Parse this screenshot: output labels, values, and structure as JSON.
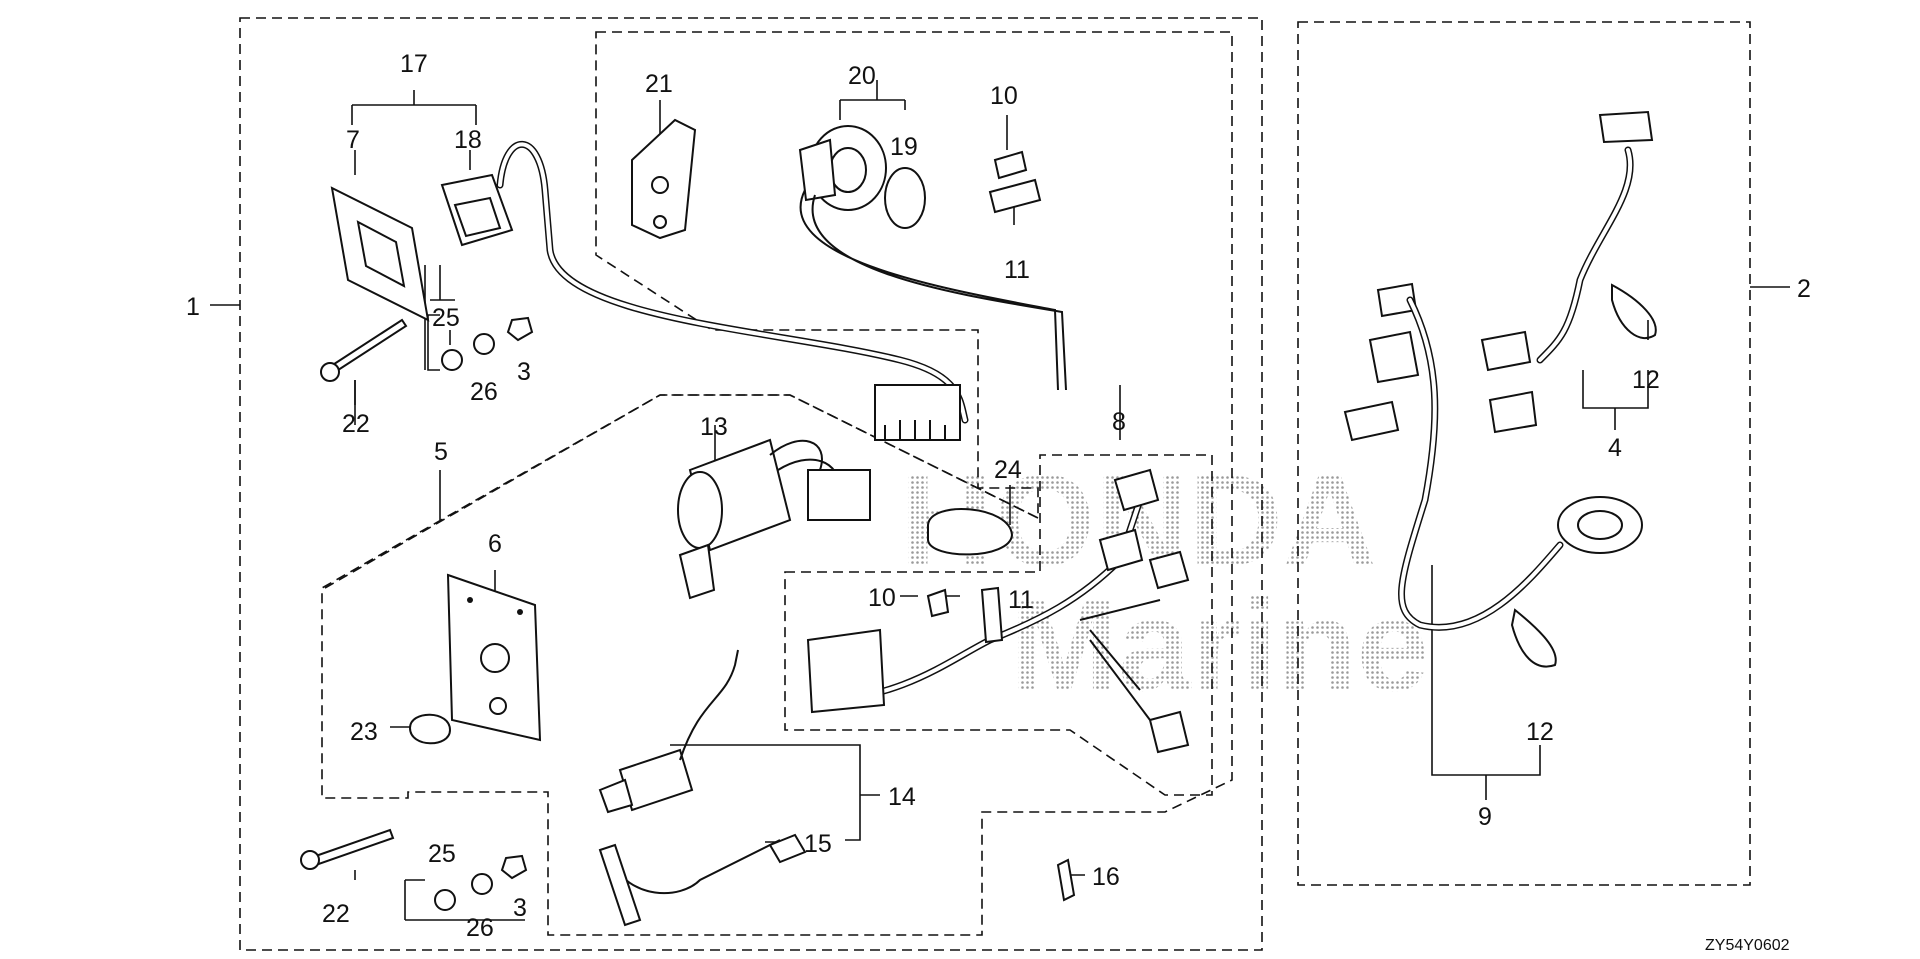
{
  "diagram_code": "ZY54Y0602",
  "watermark": {
    "line1": "HONDA",
    "line2": "Marine"
  },
  "callouts": {
    "c1": "1",
    "c2": "2",
    "c3a": "3",
    "c3b": "3",
    "c4": "4",
    "c5": "5",
    "c6": "6",
    "c7": "7",
    "c8": "8",
    "c9": "9",
    "c10a": "10",
    "c10b": "10",
    "c11a": "11",
    "c11b": "11",
    "c12a": "12",
    "c12b": "12",
    "c13": "13",
    "c14": "14",
    "c15": "15",
    "c16": "16",
    "c17": "17",
    "c18": "18",
    "c19": "19",
    "c20": "20",
    "c21": "21",
    "c22a": "22",
    "c22b": "22",
    "c23": "23",
    "c24": "24",
    "c25a": "25",
    "c25b": "25",
    "c26a": "26",
    "c26b": "26"
  }
}
